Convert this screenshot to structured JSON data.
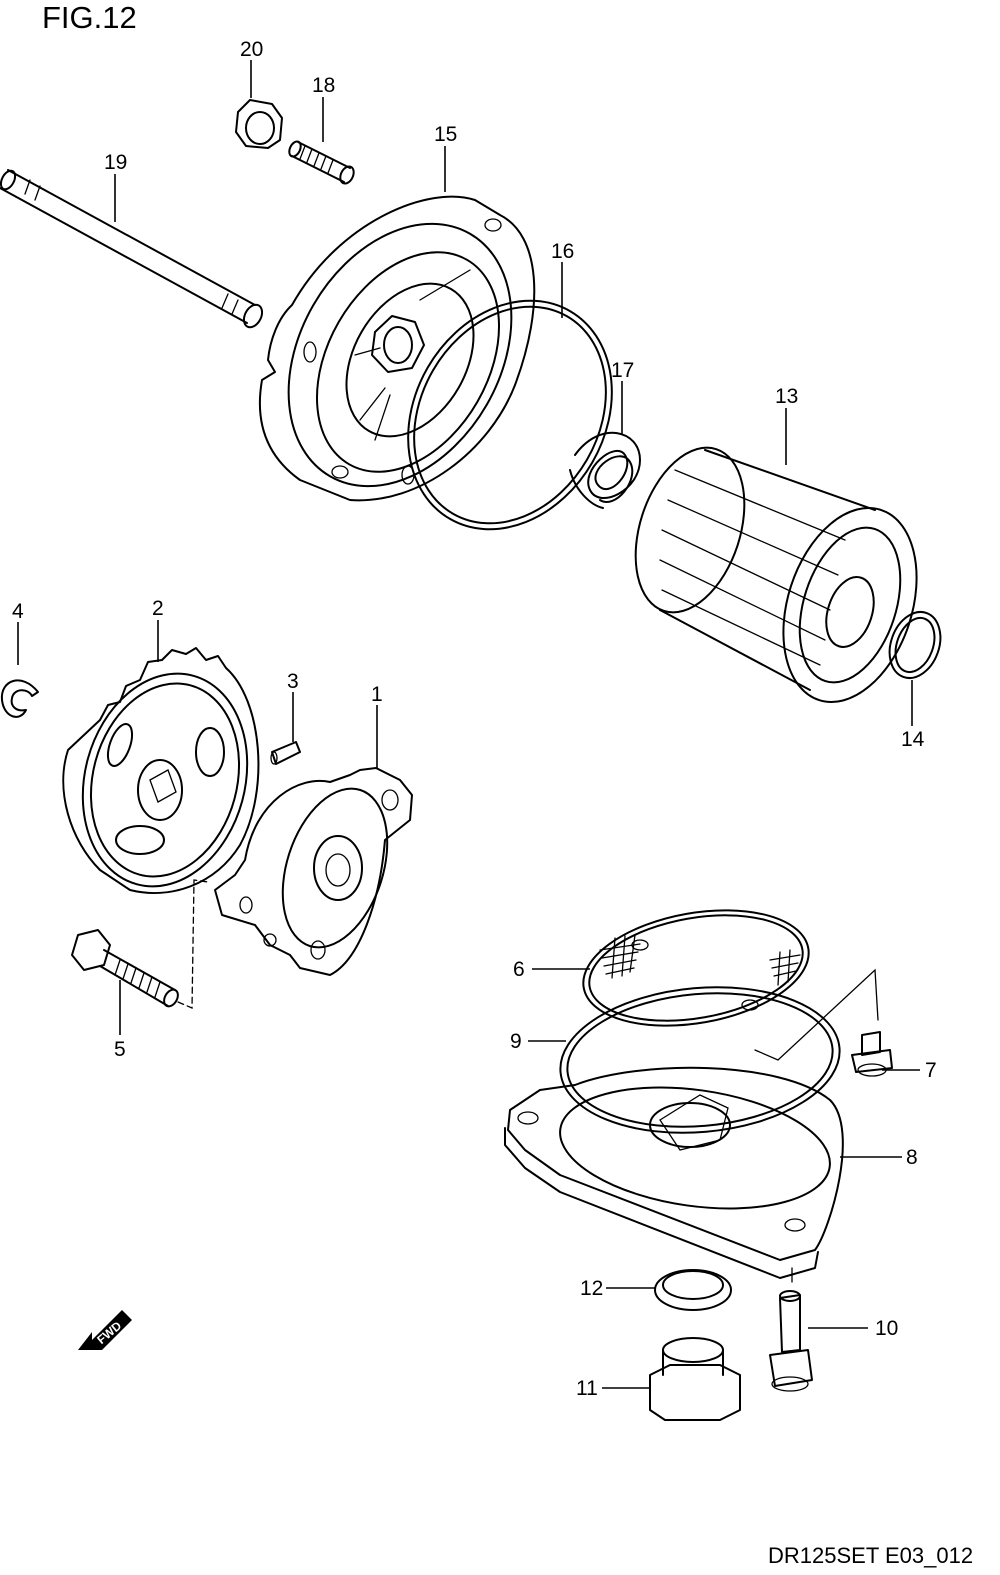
{
  "figure": {
    "title": "FIG.12",
    "code": "DR125SET E03_012",
    "fwd_label": "FWD"
  },
  "callouts": {
    "p1": "1",
    "p2": "2",
    "p3": "3",
    "p4": "4",
    "p5": "5",
    "p6": "6",
    "p7": "7",
    "p8": "8",
    "p9": "9",
    "p10": "10",
    "p11": "11",
    "p12": "12",
    "p13": "13",
    "p14": "14",
    "p15": "15",
    "p16": "16",
    "p17": "17",
    "p18": "18",
    "p19": "19",
    "p20": "20"
  }
}
